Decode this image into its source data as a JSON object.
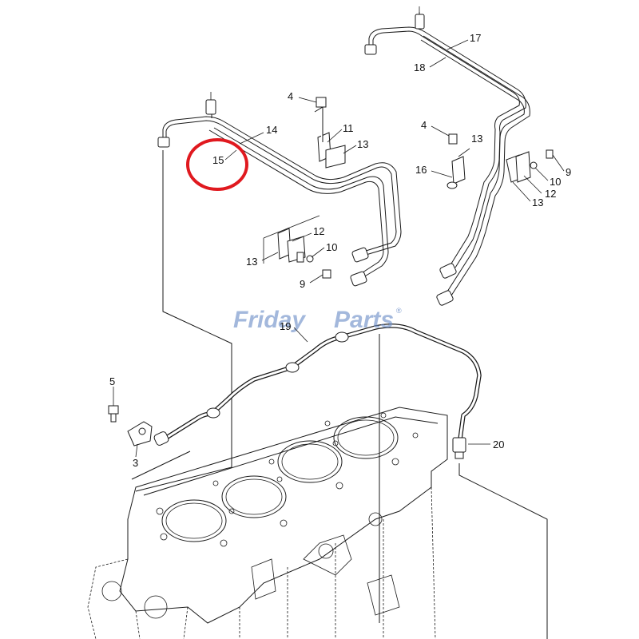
{
  "watermark": {
    "text_a": "Friday",
    "text_b": "Parts",
    "mark": "®"
  },
  "highlight": {
    "color": "#e0191f",
    "label": "15"
  },
  "callouts": [
    {
      "id": "c3",
      "text": "3"
    },
    {
      "id": "c4a",
      "text": "4"
    },
    {
      "id": "c4b",
      "text": "4"
    },
    {
      "id": "c5",
      "text": "5"
    },
    {
      "id": "c9a",
      "text": "9"
    },
    {
      "id": "c9b",
      "text": "9"
    },
    {
      "id": "c10a",
      "text": "10"
    },
    {
      "id": "c10b",
      "text": "10"
    },
    {
      "id": "c11",
      "text": "11"
    },
    {
      "id": "c12a",
      "text": "12"
    },
    {
      "id": "c12b",
      "text": "12"
    },
    {
      "id": "c13a",
      "text": "13"
    },
    {
      "id": "c13b",
      "text": "13"
    },
    {
      "id": "c13c",
      "text": "13"
    },
    {
      "id": "c13d",
      "text": "13"
    },
    {
      "id": "c14",
      "text": "14"
    },
    {
      "id": "c16",
      "text": "16"
    },
    {
      "id": "c17",
      "text": "17"
    },
    {
      "id": "c18",
      "text": "18"
    },
    {
      "id": "c19",
      "text": "19"
    },
    {
      "id": "c20",
      "text": "20"
    }
  ]
}
